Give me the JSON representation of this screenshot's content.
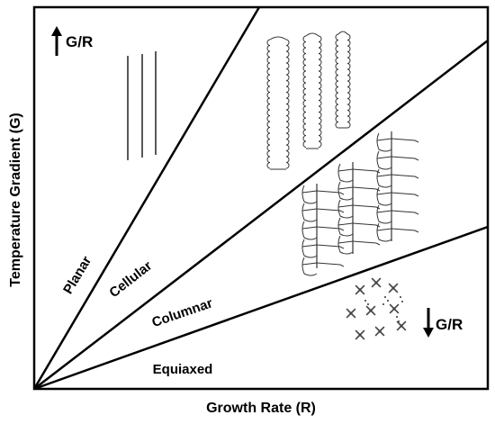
{
  "axes": {
    "x_label": "Growth Rate (R)",
    "y_label": "Temperature Gradient (G)"
  },
  "regions": [
    {
      "name": "Planar"
    },
    {
      "name": "Cellular"
    },
    {
      "name": "Columnar"
    },
    {
      "name": "Equiaxed"
    }
  ],
  "indicators": {
    "increasing": {
      "text": "G/R",
      "arrow": "up-arrow-icon"
    },
    "decreasing": {
      "text": "G/R",
      "arrow": "down-arrow-icon"
    }
  },
  "colors": {
    "line": "#000000",
    "sketch": "#333333",
    "background": "#ffffff"
  }
}
